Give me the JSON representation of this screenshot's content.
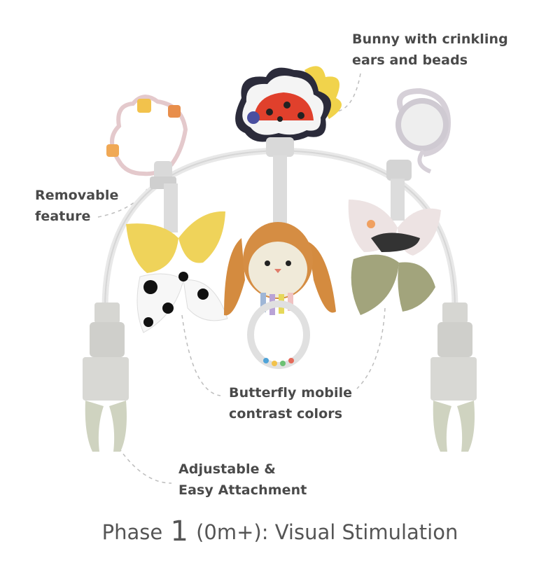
{
  "callouts": {
    "bunny": [
      "Bunny with crinkling",
      "ears and beads"
    ],
    "removable": [
      "Removable",
      "feature"
    ],
    "butterfly": [
      "Butterfly mobile",
      "contrast colors"
    ],
    "adjustable": [
      "Adjustable &",
      "Easy Attachment"
    ]
  },
  "caption": {
    "prefix": "Phase",
    "number": "1",
    "suffix": "(0m+): Visual Stimulation"
  },
  "colors": {
    "text": "#4a4a4a",
    "caption": "#555555",
    "arch": "#e3e3e3",
    "clip": "#cfcfc9",
    "yellow": "#f0d24a",
    "ladybug": "#e0402c",
    "bunny": "#d08a3c",
    "green_leaf": "#9ea07a"
  },
  "icons": [
    "ring-rattle-icon",
    "ladybug-cloud-icon",
    "mirror-icon",
    "bunny-icon",
    "butterfly-icon",
    "clip-icon"
  ]
}
